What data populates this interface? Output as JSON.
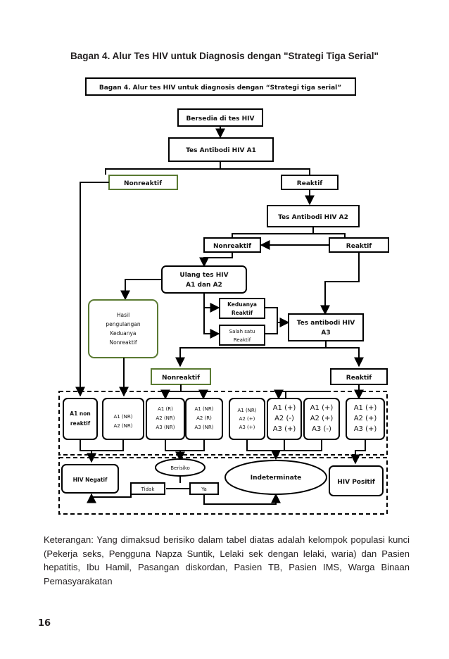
{
  "title": "Bagan 4. Alur Tes HIV untuk Diagnosis dengan \"Strategi Tiga Serial\"",
  "chart_banner": "Bagan 4.  Alur tes HIV untuk diagnosis dengan “Strategi tiga serial”",
  "nodes": {
    "start": "Bersedia di tes HIV",
    "a1": "Tes Antibodi HIV   A1",
    "nonreaktif_1": "Nonreaktif",
    "reaktif_1": "Reaktif",
    "a2": "Tes Antibodi HIV  A2",
    "nonreaktif_2": "Nonreaktif",
    "reaktif_2": "Reaktif",
    "ulang_line1": "Ulang tes HIV",
    "ulang_line2": "A1 dan A2",
    "keduanya_line1": "Keduanya",
    "keduanya_line2": "Reaktif",
    "salah_line1": "Salah satu",
    "salah_line2": "Reaktif",
    "hasil_lines": [
      "Hasil",
      "pengulangan",
      "Keduanya",
      "Nonreaktif"
    ],
    "a3_line1": "Tes antibodi HIV",
    "a3_line2": "A3",
    "nonreaktif_3": "Nonreaktif",
    "reaktif_3": "Reaktif"
  },
  "results": [
    {
      "lines": [
        "A1 non",
        "reaktif"
      ]
    },
    {
      "lines": [
        "A1 (NR)",
        "A2 (NR)"
      ]
    },
    {
      "lines": [
        "A1 (R)",
        "A2 (NR)",
        "A3 (NR)"
      ]
    },
    {
      "lines": [
        "A1 (NR)",
        "A2 (R)",
        "A3 (NR)"
      ]
    },
    {
      "lines": [
        "A1 (NR)",
        "A2 (+)",
        "A3 (+)"
      ]
    },
    {
      "lines": [
        "A1 (+)",
        "A2 (-)",
        "A3 (+)"
      ]
    },
    {
      "lines": [
        "A1 (+)",
        "A2 (+)",
        "A3 (-)"
      ]
    },
    {
      "lines": [
        "A1 (+)",
        "A2 (+)",
        "A3 (+)"
      ]
    }
  ],
  "outcomes": {
    "negatif": "HIV Negatif",
    "berisiko": "Berisiko",
    "tidak": "Tidak",
    "ya": "Ya",
    "indeterminate": "Indeterminate",
    "positif": "HIV Positif"
  },
  "note": "Keterangan: Yang dimaksud berisiko dalam tabel diatas adalah kelompok populasi kunci (Pekerja seks, Pengguna Napza Suntik, Lelaki sek dengan lelaki, waria) dan Pasien hepatitis, Ibu Hamil, Pasangan diskordan, Pasien TB, Pasien IMS, Warga Binaan Pemasyarakatan",
  "page_number": "16"
}
